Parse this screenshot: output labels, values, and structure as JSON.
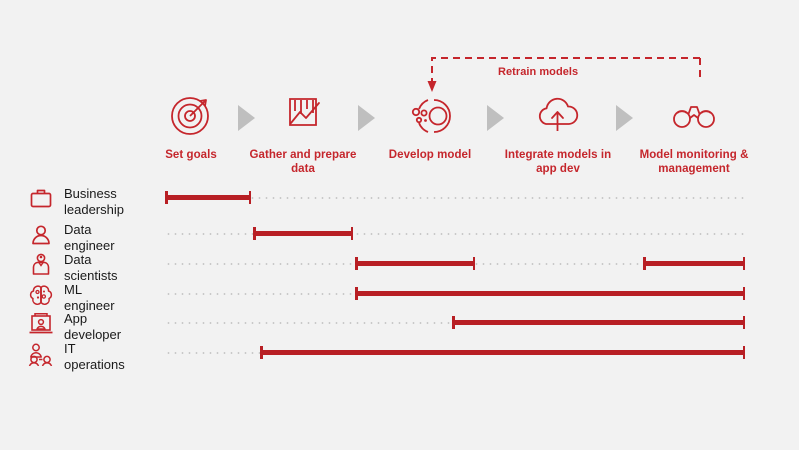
{
  "theme": {
    "background": "#f2f2f2",
    "accent_red": "#c5262c",
    "bar_red": "#b81f24",
    "arrow_gray": "#bfbfbf",
    "dot_gray": "#c9c9c9",
    "text_dark": "#1a1a1a"
  },
  "flow": {
    "retrain_label": "Retrain models",
    "stages": [
      {
        "id": "set-goals",
        "label": "Set\ngoals",
        "icon": "target-icon"
      },
      {
        "id": "gather-data",
        "label": "Gather and\nprepare data",
        "icon": "chart-frame-icon"
      },
      {
        "id": "develop-model",
        "label": "Develop model",
        "icon": "model-nodes-icon"
      },
      {
        "id": "integrate-models",
        "label": "Integrate models\nin app dev",
        "icon": "cloud-upload-icon"
      },
      {
        "id": "model-monitoring",
        "label": "Model monitoring &\nmanagement",
        "icon": "binoculars-icon"
      }
    ],
    "connector": "triangle-arrow"
  },
  "timeline": {
    "rows": [
      {
        "id": "business-leadership",
        "label": "Business\nleadership",
        "icon": "briefcase-icon",
        "segments": [
          [
            165,
            251
          ]
        ]
      },
      {
        "id": "data-engineer",
        "label": "Data engineer",
        "icon": "person-icon",
        "segments": [
          [
            253,
            353
          ]
        ]
      },
      {
        "id": "data-scientists",
        "label": "Data scientists",
        "icon": "scientist-icon",
        "segments": [
          [
            355,
            475
          ],
          [
            643,
            745
          ]
        ]
      },
      {
        "id": "ml-engineer",
        "label": "ML engineer",
        "icon": "brain-icon",
        "segments": [
          [
            355,
            745
          ]
        ]
      },
      {
        "id": "app-developer",
        "label": "App developer",
        "icon": "laptop-person-icon",
        "segments": [
          [
            452,
            745
          ]
        ]
      },
      {
        "id": "it-operations",
        "label": "IT operations",
        "icon": "people-group-icon",
        "segments": [
          [
            260,
            745
          ]
        ]
      }
    ],
    "track_start": 165,
    "track_end": 745
  }
}
